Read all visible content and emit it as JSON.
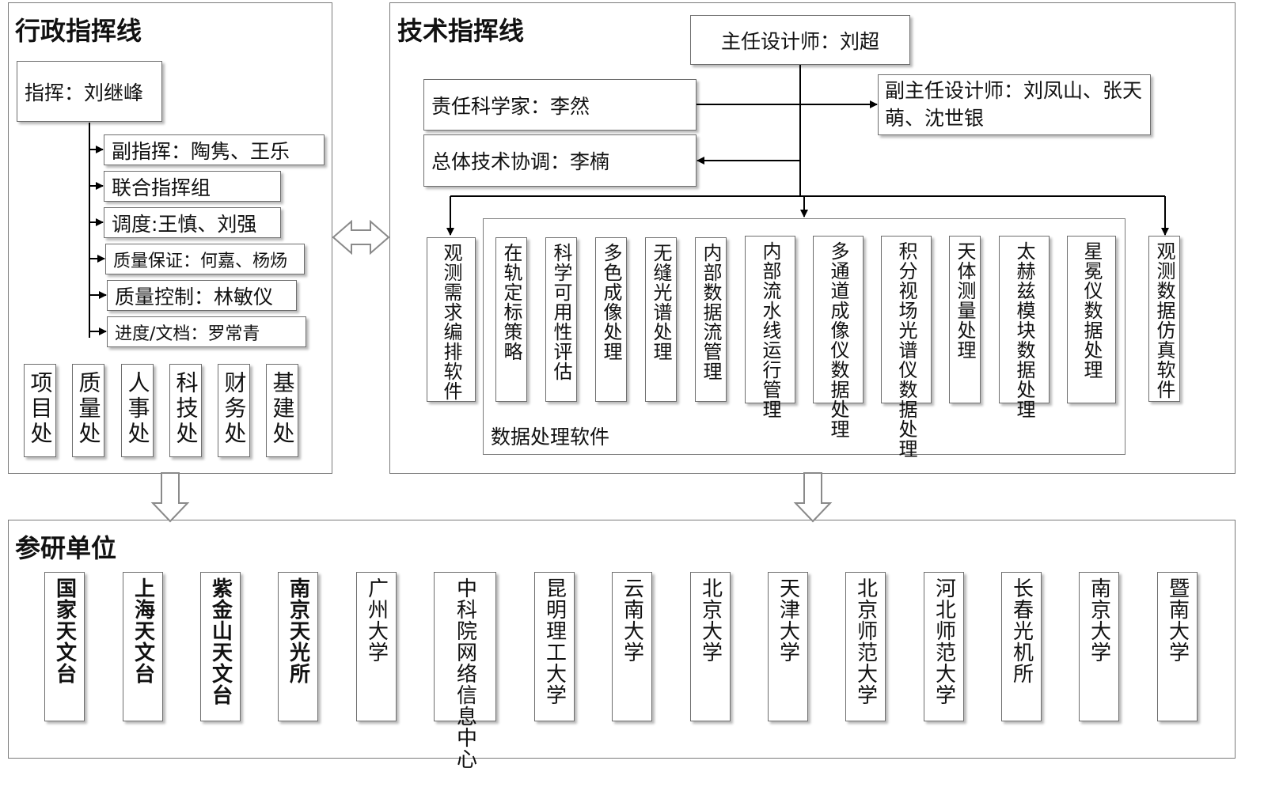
{
  "admin": {
    "title": "行政指挥线",
    "commander": "指挥：刘继峰",
    "items": [
      "副指挥：陶隽、王乐",
      "联合指挥组",
      "调度:王慎、刘强",
      "质量保证：何嘉、杨炀",
      "质量控制：林敏仪",
      "进度/文档：罗常青"
    ],
    "departments": [
      "项目处",
      "质量处",
      "人事处",
      "科技处",
      "财务处",
      "基建处"
    ]
  },
  "tech": {
    "title": "技术指挥线",
    "chief_designer": "主任设计师：刘超",
    "chief_scientist": "责任科学家：李然",
    "coordinator": "总体技术协调：李楠",
    "deputy_designers": "副主任设计师：刘凤山、张天萌、沈世银",
    "left_software": "观测需求编排软件",
    "right_software": "观测数据仿真软件",
    "data_group_label": "数据处理软件",
    "data_modules": [
      "在轨定标策略",
      "科学可用性评估",
      "多色成像处理",
      "无缝光谱处理",
      "内部数据流管理",
      "内部流水线运行管理",
      "多通道成像仪数据处理",
      "积分视场光谱仪数据处理",
      "天体测量处理",
      "太赫兹模块数据处理",
      "星冕仪数据处理"
    ]
  },
  "units": {
    "title": "参研单位",
    "list": [
      "国家天文台",
      "上海天文台",
      "紫金山天文台",
      "南京天光所",
      "广州大学",
      "中科院网络信息中心",
      "昆明理工大学",
      "云南大学",
      "北京大学",
      "天津大学",
      "北京师范大学",
      "河北师范大学",
      "长春光机所",
      "南京大学",
      "暨南大学"
    ]
  }
}
